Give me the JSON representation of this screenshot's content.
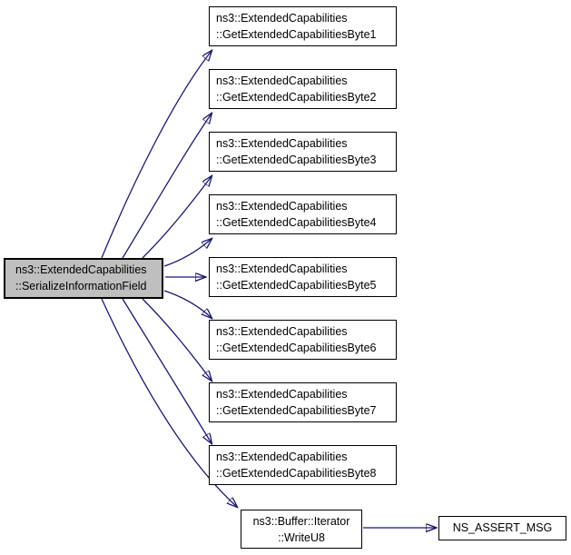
{
  "graph": {
    "type": "doxygen-call-graph",
    "colors": {
      "background": "#ffffff",
      "edge": "#191970",
      "node_border": "#000000",
      "node_fill": "#ffffff",
      "main_node_fill": "#bfbfbf"
    },
    "nodes": {
      "main": {
        "line1": "ns3::ExtendedCapabilities",
        "line2": "::SerializeInformationField"
      },
      "byte1": {
        "line1": "ns3::ExtendedCapabilities",
        "line2": "::GetExtendedCapabilitiesByte1"
      },
      "byte2": {
        "line1": "ns3::ExtendedCapabilities",
        "line2": "::GetExtendedCapabilitiesByte2"
      },
      "byte3": {
        "line1": "ns3::ExtendedCapabilities",
        "line2": "::GetExtendedCapabilitiesByte3"
      },
      "byte4": {
        "line1": "ns3::ExtendedCapabilities",
        "line2": "::GetExtendedCapabilitiesByte4"
      },
      "byte5": {
        "line1": "ns3::ExtendedCapabilities",
        "line2": "::GetExtendedCapabilitiesByte5"
      },
      "byte6": {
        "line1": "ns3::ExtendedCapabilities",
        "line2": "::GetExtendedCapabilitiesByte6"
      },
      "byte7": {
        "line1": "ns3::ExtendedCapabilities",
        "line2": "::GetExtendedCapabilitiesByte7"
      },
      "byte8": {
        "line1": "ns3::ExtendedCapabilities",
        "line2": "::GetExtendedCapabilitiesByte8"
      },
      "writeu8": {
        "line1": "ns3::Buffer::Iterator",
        "line2": "::WriteU8"
      },
      "assert_msg": {
        "label": "NS_ASSERT_MSG"
      }
    },
    "edges": [
      {
        "from": "ns3::ExtendedCapabilities::SerializeInformationField",
        "to": "ns3::ExtendedCapabilities::GetExtendedCapabilitiesByte1"
      },
      {
        "from": "ns3::ExtendedCapabilities::SerializeInformationField",
        "to": "ns3::ExtendedCapabilities::GetExtendedCapabilitiesByte2"
      },
      {
        "from": "ns3::ExtendedCapabilities::SerializeInformationField",
        "to": "ns3::ExtendedCapabilities::GetExtendedCapabilitiesByte3"
      },
      {
        "from": "ns3::ExtendedCapabilities::SerializeInformationField",
        "to": "ns3::ExtendedCapabilities::GetExtendedCapabilitiesByte4"
      },
      {
        "from": "ns3::ExtendedCapabilities::SerializeInformationField",
        "to": "ns3::ExtendedCapabilities::GetExtendedCapabilitiesByte5"
      },
      {
        "from": "ns3::ExtendedCapabilities::SerializeInformationField",
        "to": "ns3::ExtendedCapabilities::GetExtendedCapabilitiesByte6"
      },
      {
        "from": "ns3::ExtendedCapabilities::SerializeInformationField",
        "to": "ns3::ExtendedCapabilities::GetExtendedCapabilitiesByte7"
      },
      {
        "from": "ns3::ExtendedCapabilities::SerializeInformationField",
        "to": "ns3::ExtendedCapabilities::GetExtendedCapabilitiesByte8"
      },
      {
        "from": "ns3::ExtendedCapabilities::SerializeInformationField",
        "to": "ns3::Buffer::Iterator::WriteU8"
      },
      {
        "from": "ns3::Buffer::Iterator::WriteU8",
        "to": "NS_ASSERT_MSG"
      }
    ]
  }
}
